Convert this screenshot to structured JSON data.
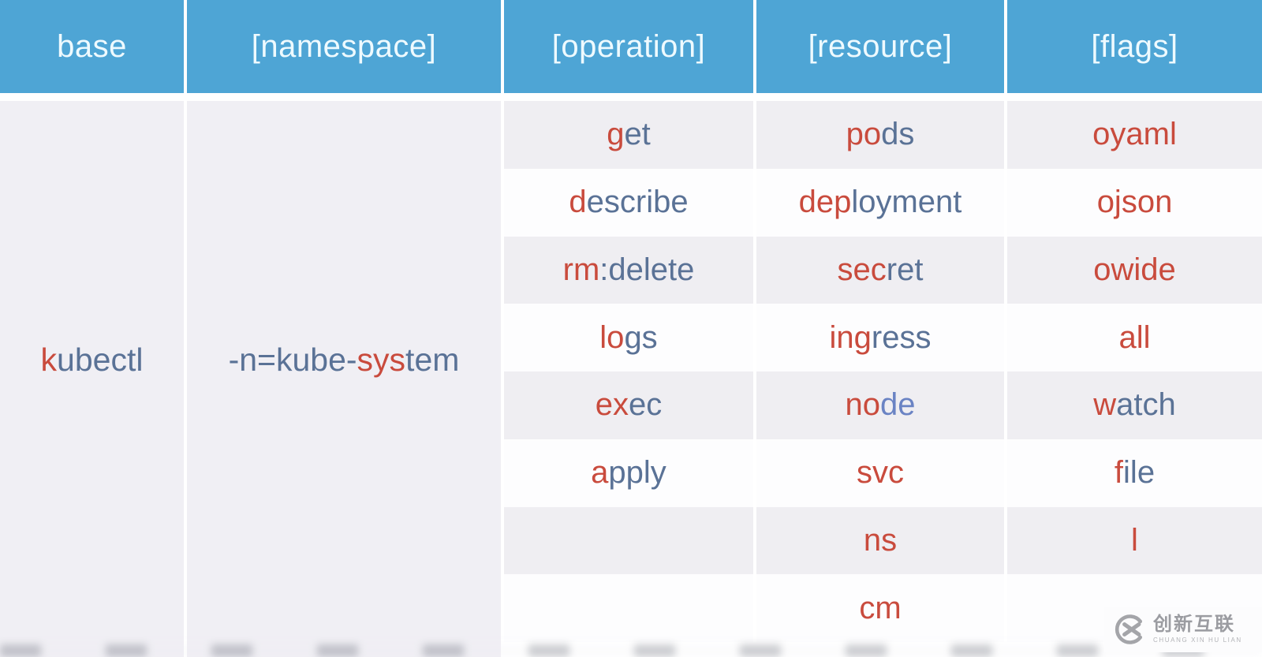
{
  "colors": {
    "header_bg": "#4ea5d5",
    "header_text": "#eefaff",
    "row_gray": "#efeef2",
    "row_white": "#fdfdfe",
    "side_gray": "#f0eff4",
    "red": "#c94b3d",
    "blue": "#5a7296",
    "blue2": "#6a83c4",
    "watermark_gray": "#9b9ca1"
  },
  "header": {
    "cells": [
      "base",
      "[namespace]",
      "[operation]",
      "[resource]",
      "[flags]"
    ]
  },
  "table": {
    "base_segments": [
      [
        "k",
        "red"
      ],
      [
        "ubectl",
        "blue"
      ]
    ],
    "namespace_segments": [
      [
        "-n=kube-",
        "blue"
      ],
      [
        "sys",
        "red"
      ],
      [
        "tem",
        "blue"
      ]
    ],
    "operation": [
      [
        [
          "g",
          "red"
        ],
        [
          "et",
          "blue"
        ]
      ],
      [
        [
          "d",
          "red"
        ],
        [
          "escribe",
          "blue"
        ]
      ],
      [
        [
          "rm",
          "red"
        ],
        [
          ":delete",
          "blue"
        ]
      ],
      [
        [
          "lo",
          "red"
        ],
        [
          "gs",
          "blue"
        ]
      ],
      [
        [
          "ex",
          "red"
        ],
        [
          "ec",
          "blue"
        ]
      ],
      [
        [
          "a",
          "red"
        ],
        [
          "pply",
          "blue"
        ]
      ],
      [],
      []
    ],
    "resource": [
      [
        [
          "po",
          "red"
        ],
        [
          "ds",
          "blue"
        ]
      ],
      [
        [
          "dep",
          "red"
        ],
        [
          "loyment",
          "blue"
        ]
      ],
      [
        [
          "sec",
          "red"
        ],
        [
          "ret",
          "blue"
        ]
      ],
      [
        [
          "ing",
          "red"
        ],
        [
          "ress",
          "blue"
        ]
      ],
      [
        [
          "no",
          "red"
        ],
        [
          "de",
          "blue2"
        ]
      ],
      [
        [
          "svc",
          "red"
        ]
      ],
      [
        [
          "ns",
          "red"
        ]
      ],
      [
        [
          "cm",
          "red"
        ]
      ]
    ],
    "flags": [
      [
        [
          "oyaml",
          "red"
        ]
      ],
      [
        [
          "ojson",
          "red"
        ]
      ],
      [
        [
          "owide",
          "red"
        ]
      ],
      [
        [
          "all",
          "red"
        ]
      ],
      [
        [
          "w",
          "red"
        ],
        [
          "atch",
          "blue"
        ]
      ],
      [
        [
          "f",
          "red"
        ],
        [
          "ile",
          "blue"
        ]
      ],
      [
        [
          "l",
          "red"
        ]
      ],
      []
    ]
  },
  "chart_data": {
    "type": "table",
    "title": "kubectl command structure",
    "columns": [
      "base",
      "[namespace]",
      "[operation]",
      "[resource]",
      "[flags]"
    ],
    "column_values": {
      "base": [
        "kubectl"
      ],
      "namespace": [
        "-n=kube-system"
      ],
      "operation": [
        "get",
        "describe",
        "rm:delete",
        "logs",
        "exec",
        "apply"
      ],
      "resource": [
        "pods",
        "deployment",
        "secret",
        "ingress",
        "node",
        "svc",
        "ns",
        "cm"
      ],
      "flags": [
        "oyaml",
        "ojson",
        "owide",
        "all",
        "watch",
        "file",
        "l"
      ]
    }
  },
  "watermark": {
    "cn": "创新互联",
    "latin": "CHUANG XIN HU LIAN"
  }
}
